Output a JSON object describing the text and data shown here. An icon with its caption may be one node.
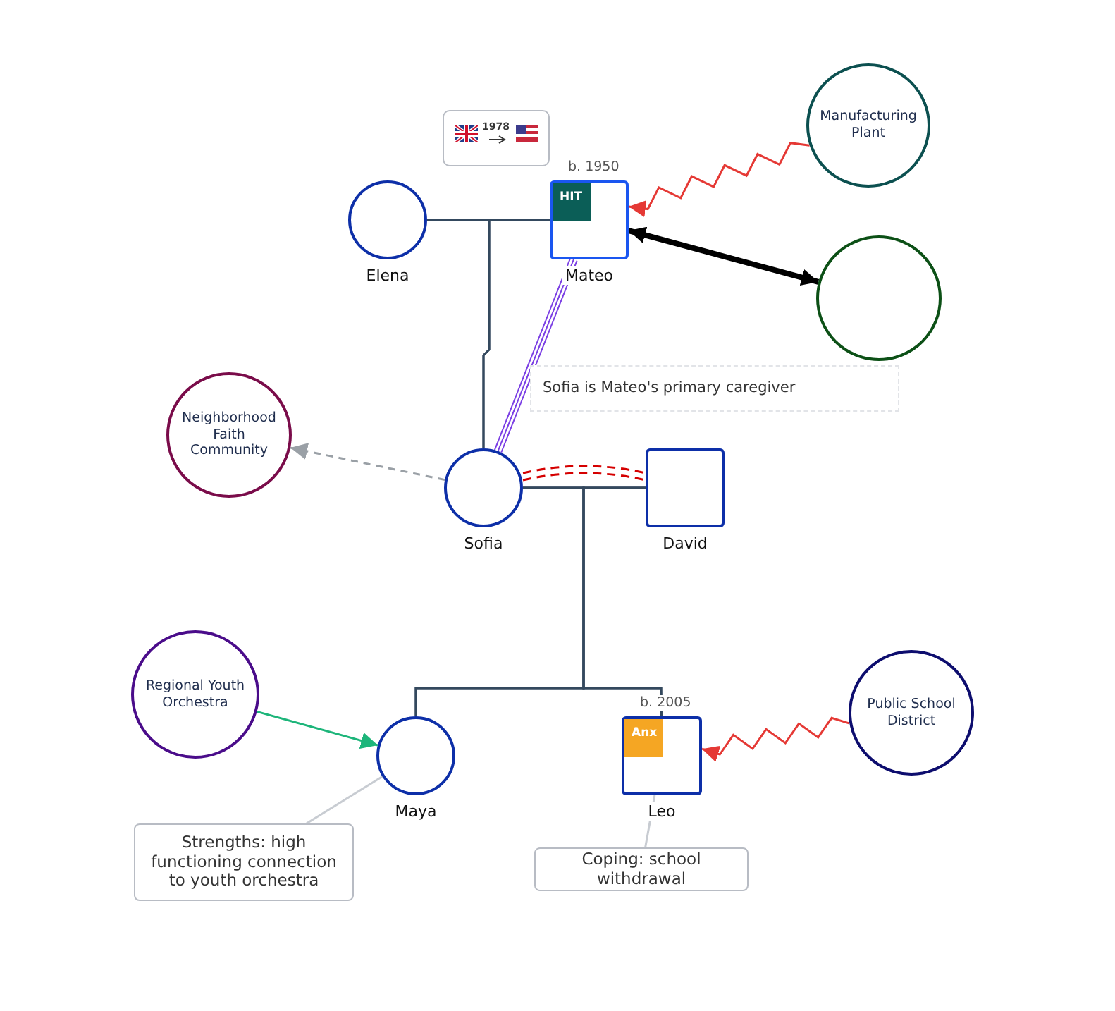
{
  "diagram": {
    "nodes": [
      {
        "text": [
          "Elena"
        ]
      },
      {
        "text": [
          "Mateo"
        ],
        "beside": [
          "b. 1950"
        ]
      },
      {
        "text": [
          "HIT"
        ],
        "in": 1
      },
      {
        "text": [
          "1978"
        ]
      },
      {
        "text": [
          "Manufacturing Plant"
        ]
      },
      {
        "text": [],
        "shape": "circle"
      },
      {
        "text": [
          "Sofia is Mateo's primary caregiver"
        ]
      },
      {
        "text": [
          "Neighborhood Faith Community"
        ]
      },
      {
        "text": [
          "Sofia"
        ]
      },
      {
        "text": [
          "David"
        ]
      },
      {
        "text": [
          "Regional Youth Orchestra"
        ]
      },
      {
        "text": [
          "Maya"
        ]
      },
      {
        "text": [
          "Leo"
        ],
        "beside": [
          "b. 2005"
        ]
      },
      {
        "text": [
          "Anx"
        ],
        "in": 12
      },
      {
        "text": [
          "Public School District"
        ]
      },
      {
        "text": [
          "Strengths: high functioning connection to youth orchestra"
        ]
      },
      {
        "text": [
          "Coping: school withdrawal"
        ]
      }
    ],
    "edges": [
      {
        "from": 0,
        "to": 1,
        "arrow": "none"
      },
      {
        "from": 0,
        "to": 8,
        "arrow": "none"
      },
      {
        "from": 1,
        "to": 8,
        "arrow": "none"
      },
      {
        "from": 8,
        "to": 9,
        "arrow": "none"
      },
      {
        "from": 8,
        "to": 11,
        "arrow": "none"
      },
      {
        "from": 9,
        "to": 11,
        "arrow": "none"
      },
      {
        "from": 8,
        "to": 12,
        "arrow": "none"
      },
      {
        "from": 9,
        "to": 12,
        "arrow": "none"
      },
      {
        "from": 1,
        "to": 8,
        "arrow": "none",
        "color": "#7b3fe4"
      },
      {
        "from": 8,
        "to": 9,
        "arrow": "none",
        "style": "dashed",
        "color": "#d50000"
      },
      {
        "from": 4,
        "to": 1,
        "arrow": "to",
        "color": "#e53935"
      },
      {
        "from": 1,
        "to": 5,
        "arrow": "both",
        "style": "thick",
        "color": "#000000"
      },
      {
        "from": 8,
        "to": 7,
        "arrow": "to",
        "style": "dashed",
        "color": "#9aa0a6"
      },
      {
        "from": 10,
        "to": 11,
        "arrow": "to",
        "color": "#1db57a"
      },
      {
        "from": 14,
        "to": 12,
        "arrow": "to",
        "color": "#e53935"
      },
      {
        "from": 15,
        "to": 11,
        "arrow": "none",
        "color": "#c8ccd2"
      },
      {
        "from": 16,
        "to": 12,
        "arrow": "none",
        "color": "#c8ccd2"
      }
    ]
  }
}
